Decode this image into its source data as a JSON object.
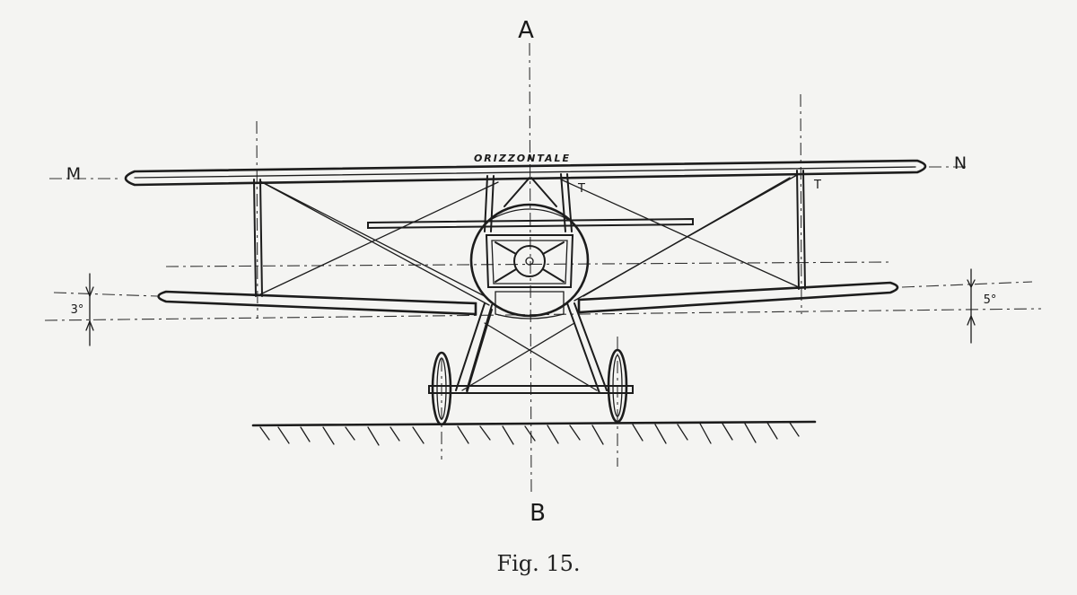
{
  "labels": {
    "axis_top": "A",
    "axis_bottom": "B",
    "wing_left": "M",
    "wing_right": "N",
    "horizontal": "ORIZZONTALE",
    "dihedral_left": "3°",
    "dihedral_right": "5°",
    "strut_mark_left": "T",
    "strut_mark_right": "T"
  },
  "caption": "Fig. 15."
}
